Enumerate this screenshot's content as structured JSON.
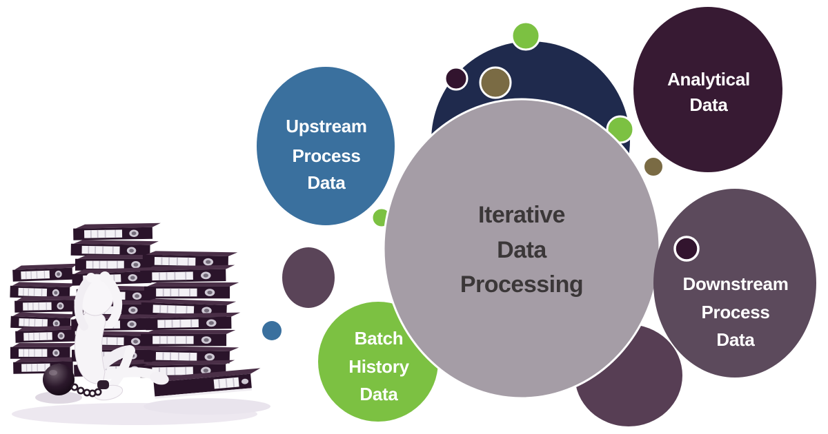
{
  "title": "Iterative Data Processing bubble diagram",
  "palette": {
    "steel_blue": "#3A709E",
    "navy": "#1F2A4D",
    "dark_plum": "#371A33",
    "warm_gray": "#A59DA6",
    "green": "#7CC142",
    "olive_brown": "#7A6B44",
    "muted_purple": "#5C4A5C",
    "dusky_purple": "#573E54",
    "plum_accent": "#32142E",
    "small_purple": "#5A4458",
    "center_text": "#3B3738",
    "label_text": "#FFFFFF"
  },
  "bubbles": {
    "center": {
      "lines": [
        "Iterative",
        "Data",
        "Processing"
      ]
    },
    "upstream": {
      "lines": [
        "Upstream",
        "Process",
        "Data"
      ]
    },
    "analytical": {
      "lines": [
        "Analytical",
        "Data"
      ]
    },
    "downstream": {
      "lines": [
        "Downstream",
        "Process",
        "Data"
      ]
    },
    "batch": {
      "lines": [
        "Batch",
        "History",
        "Data"
      ]
    }
  },
  "illustration": {
    "name": "figure-chained-to-ball-with-binder-stacks"
  }
}
